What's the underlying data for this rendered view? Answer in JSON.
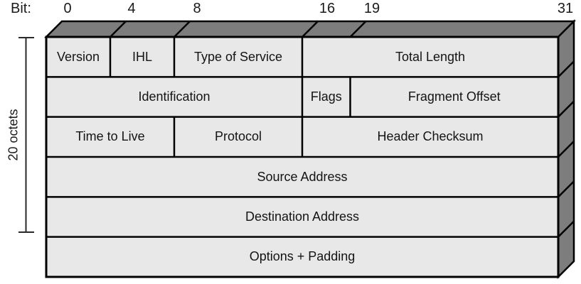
{
  "axis": {
    "label": "Bit:",
    "ticks": [
      "0",
      "4",
      "8",
      "16",
      "19",
      "31"
    ]
  },
  "side_label": "20 octets",
  "rows": [
    {
      "cells": [
        {
          "label": "Version",
          "bits": "0-3"
        },
        {
          "label": "IHL",
          "bits": "4-7"
        },
        {
          "label": "Type of Service",
          "bits": "8-15"
        },
        {
          "label": "Total Length",
          "bits": "16-31"
        }
      ]
    },
    {
      "cells": [
        {
          "label": "Identification",
          "bits": "0-15"
        },
        {
          "label": "Flags",
          "bits": "16-18"
        },
        {
          "label": "Fragment Offset",
          "bits": "19-31"
        }
      ]
    },
    {
      "cells": [
        {
          "label": "Time to Live",
          "bits": "0-7"
        },
        {
          "label": "Protocol",
          "bits": "8-15"
        },
        {
          "label": "Header Checksum",
          "bits": "16-31"
        }
      ]
    },
    {
      "cells": [
        {
          "label": "Source Address",
          "bits": "0-31"
        }
      ]
    },
    {
      "cells": [
        {
          "label": "Destination Address",
          "bits": "0-31"
        }
      ]
    },
    {
      "cells": [
        {
          "label": "Options + Padding",
          "bits": "0-31"
        }
      ]
    }
  ],
  "colors": {
    "front_face": "#e8e8e8",
    "bevel_face": "#7d7d7d",
    "line": "#000000",
    "background": "#ffffff",
    "text": "#141414"
  }
}
